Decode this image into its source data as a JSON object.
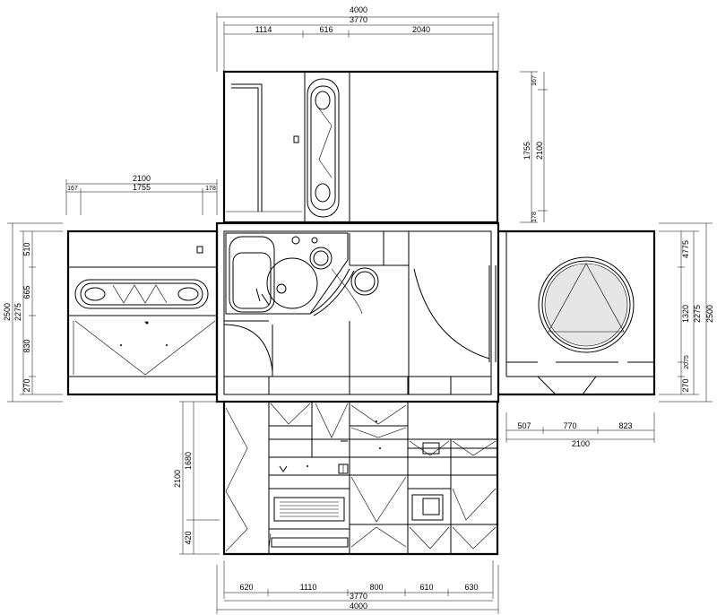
{
  "dimensions": {
    "top": {
      "overall": "4000",
      "inner": "3770",
      "segments": [
        "1114",
        "616",
        "2040"
      ]
    },
    "bottom": {
      "segments": [
        "620",
        "1110",
        "800",
        "610",
        "630"
      ],
      "inner": "3770",
      "overall": "4000"
    },
    "left_flap_top": {
      "overall": "2100",
      "segments": [
        "167",
        "1755",
        "178"
      ]
    },
    "top_flap_right": {
      "segments": [
        "167",
        "1755",
        "178"
      ],
      "overall": "2100"
    },
    "right_flap_bottom": {
      "segments": [
        "507",
        "770",
        "823"
      ],
      "overall": "2100"
    },
    "left_side": {
      "overall": "2500",
      "inner": "2275",
      "segments": [
        "510",
        "665",
        "830",
        "270"
      ]
    },
    "right_side": {
      "segments": [
        "4775",
        "1320",
        "2075",
        "270"
      ],
      "inner": "2275",
      "overall": "2500"
    },
    "bottom_flap_left": {
      "overall": "2100",
      "segments": [
        "1680",
        "420"
      ]
    }
  }
}
